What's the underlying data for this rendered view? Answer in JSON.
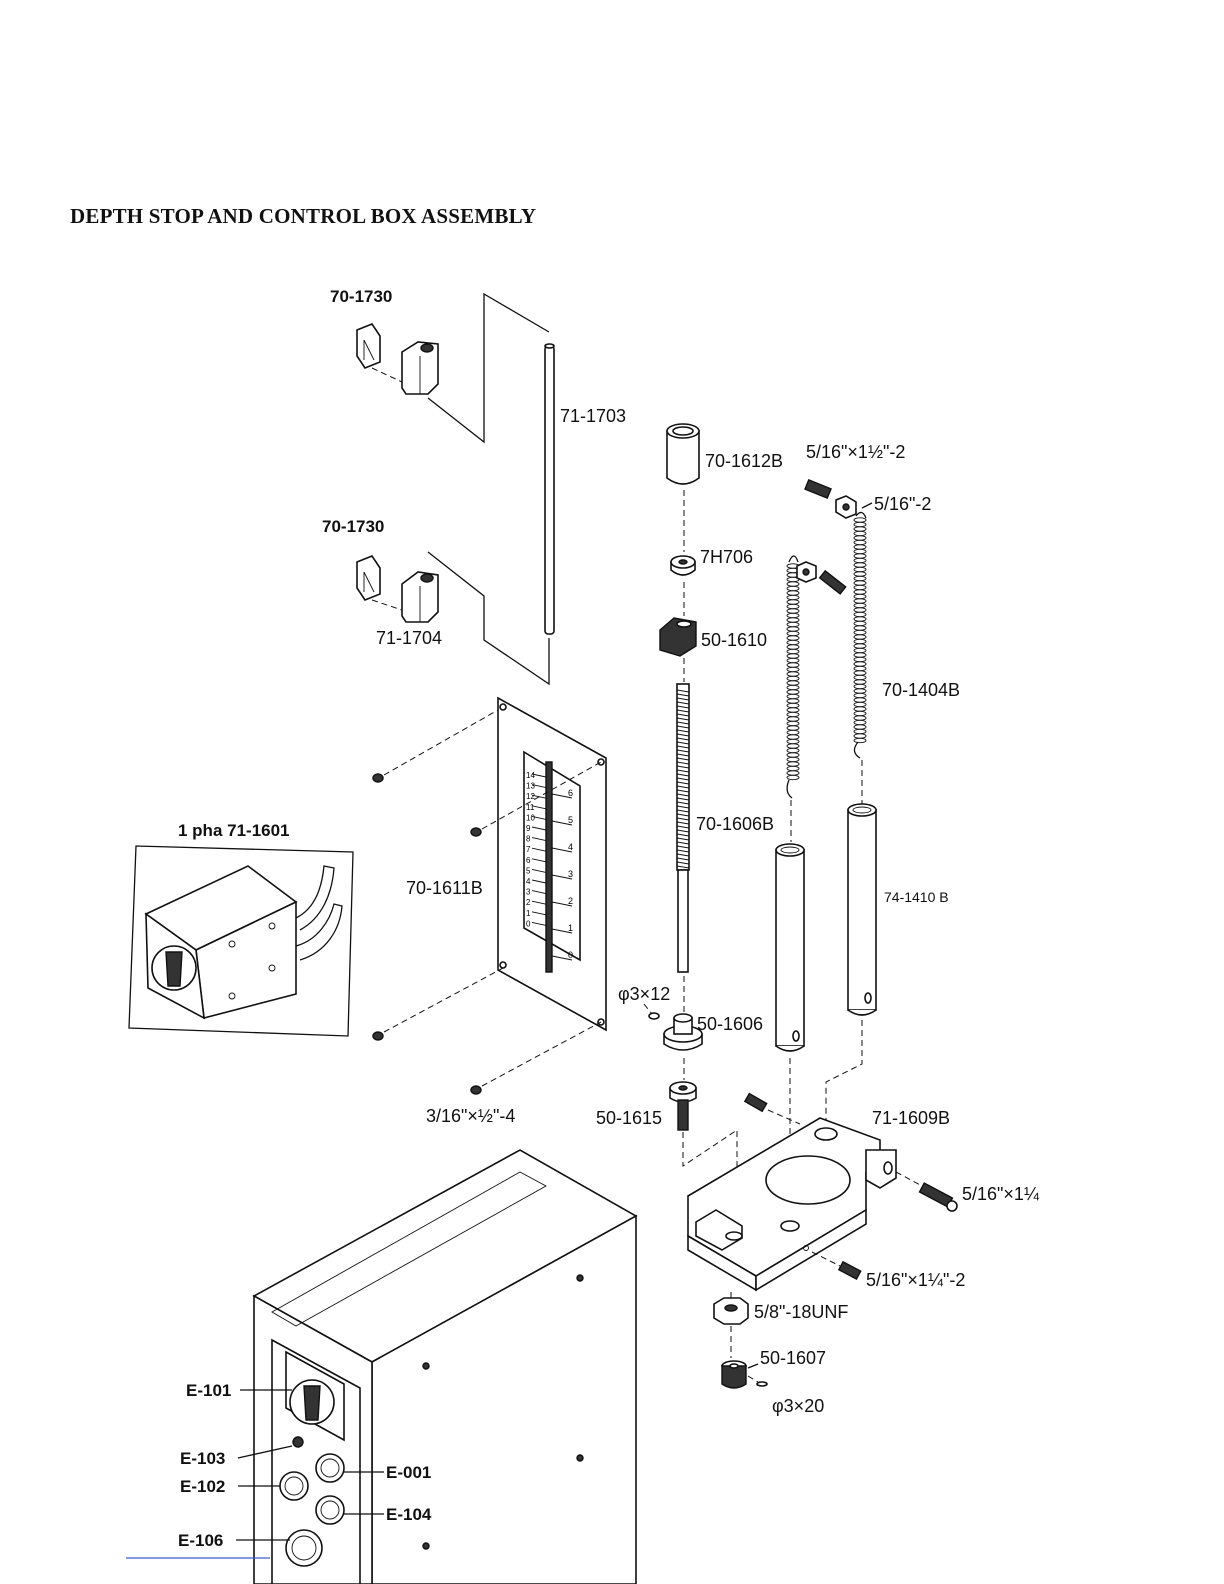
{
  "title": "DEPTH STOP AND CONTROL BOX ASSEMBLY",
  "labels": {
    "p70_1730_a": "70-1730",
    "p70_1730_b": "70-1730",
    "p71_1703": "71-1703",
    "p71_1704": "71-1704",
    "p70_1612b": "70-1612B",
    "p516_112_2": "5/16\"×1½\"-2",
    "p516_2": "5/16\"-2",
    "p7h706": "7H706",
    "p50_1610": "50-1610",
    "p70_1404b": "70-1404B",
    "p70_1606b": "70-1606B",
    "p70_1611b": "70-1611B",
    "p74_1410b": "74-1410 B",
    "p1pha": "1 pha 71-1601",
    "p3x12": "φ3×12",
    "p50_1606": "50-1606",
    "p316_12_4": "3/16\"×½\"-4",
    "p50_1615": "50-1615",
    "p71_1609b": "71-1609B",
    "p516_114": "5/16\"×1¼",
    "p516_114_2": "5/16\"×1¼\"-2",
    "p58_18unf": "5/8\"-18UNF",
    "p50_1607": "50-1607",
    "p3x20": "φ3×20",
    "e101": "E-101",
    "e103": "E-103",
    "e102": "E-102",
    "e106": "E-106",
    "e001": "E-001",
    "e104": "E-104"
  },
  "scale": {
    "left": [
      "14",
      "13",
      "12",
      "11",
      "10",
      "9",
      "8",
      "7",
      "6",
      "5",
      "4",
      "3",
      "2",
      "1",
      "0"
    ],
    "right": [
      "6",
      "5",
      "4",
      "3",
      "2",
      "1",
      "0"
    ]
  }
}
